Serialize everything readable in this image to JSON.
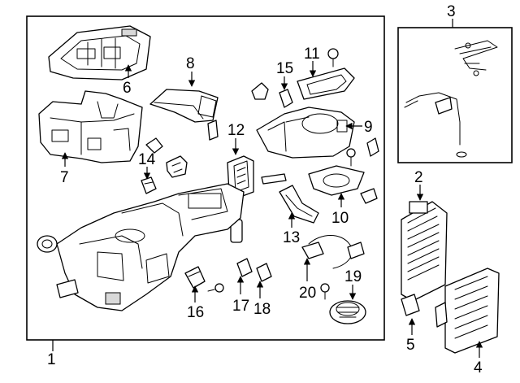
{
  "callouts": {
    "c1": "1",
    "c2": "2",
    "c3": "3",
    "c4": "4",
    "c5": "5",
    "c6": "6",
    "c7": "7",
    "c8": "8",
    "c9": "9",
    "c10": "10",
    "c11": "11",
    "c12": "12",
    "c13": "13",
    "c14": "14",
    "c15": "15",
    "c16": "16",
    "c17": "17",
    "c18": "18",
    "c19": "19",
    "c20": "20"
  }
}
